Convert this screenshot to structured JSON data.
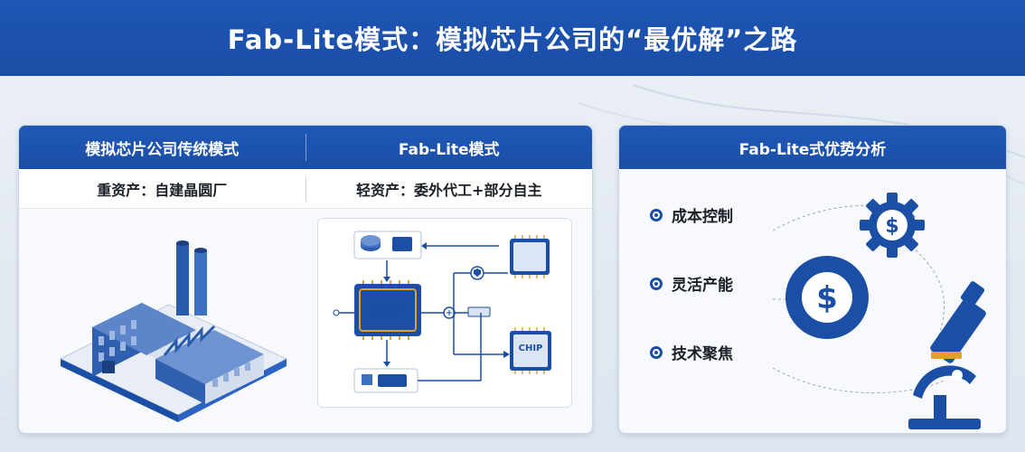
{
  "title": "Fab-Lite模式：模拟芯片公司的“最优解”之路",
  "left_card": {
    "col1_header": "模拟芯片公司传统模式",
    "col2_header": "Fab-Lite模式",
    "col1_sub": "重资产：自建晶圆厂",
    "col2_sub": "轻资产：委外代工+部分自主",
    "chip_main": "CHIP",
    "chip_side": "CHIP"
  },
  "right_card": {
    "header": "Fab-Lite式优势分析",
    "items": [
      {
        "label": "成本控制",
        "icon": "gear-dollar-icon"
      },
      {
        "label": "灵活产能",
        "icon": "dollar-coin-icon"
      },
      {
        "label": "技术聚焦",
        "icon": "microscope-icon"
      }
    ]
  },
  "colors": {
    "primary": "#1b4fa6",
    "accent": "#e0a030",
    "background": "#eef2f7"
  }
}
